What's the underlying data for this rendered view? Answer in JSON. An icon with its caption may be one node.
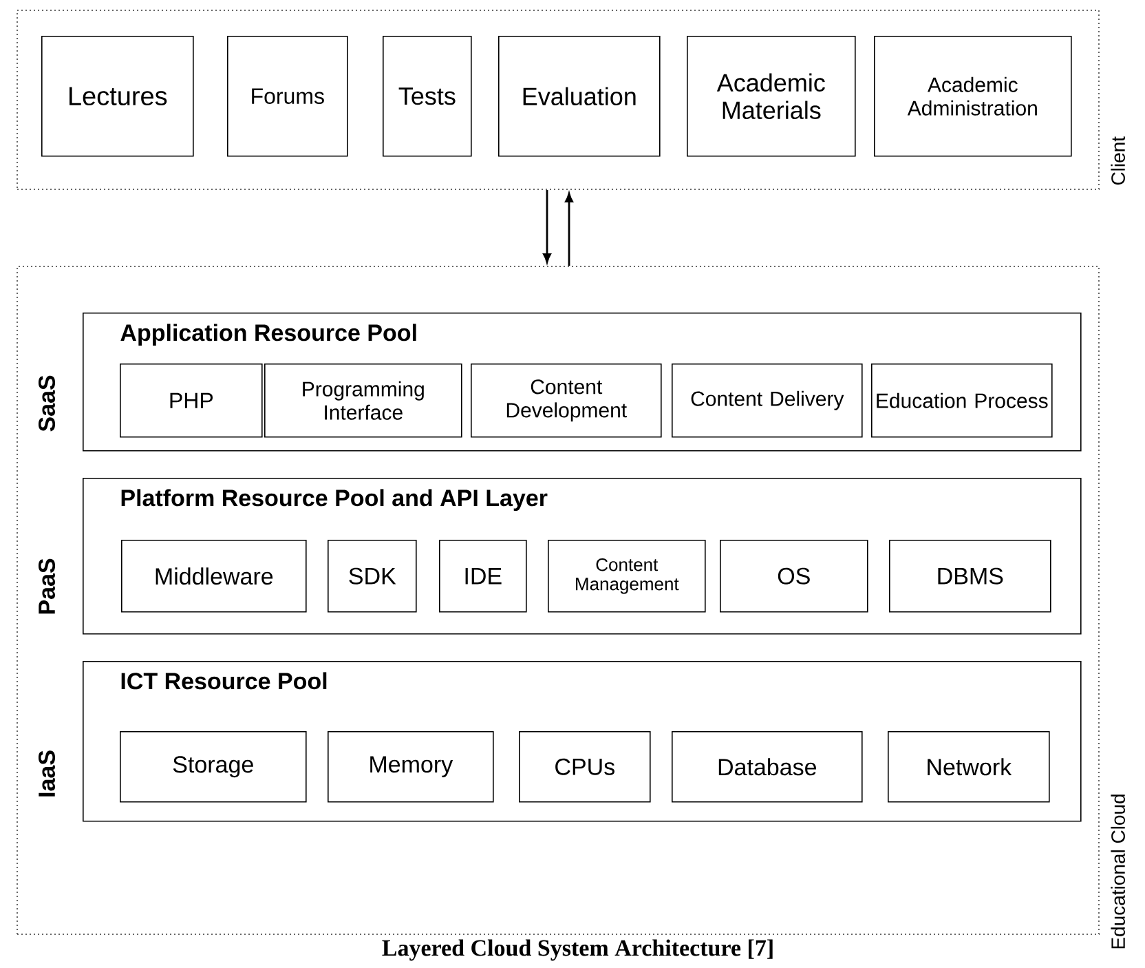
{
  "diagram": {
    "caption": "Layered Cloud System Architecture [7]",
    "nodes": [
      {
        "text": [
          "Client"
        ]
      },
      {
        "text": [
          "Lectures"
        ],
        "in": 0
      },
      {
        "text": [
          "Forums"
        ],
        "in": 0
      },
      {
        "text": [
          "Tests"
        ],
        "in": 0
      },
      {
        "text": [
          "Evaluation"
        ],
        "in": 0
      },
      {
        "text": [
          "Academic Materials"
        ],
        "in": 0
      },
      {
        "text": [
          "Academic Administration"
        ],
        "in": 0
      },
      {
        "text": [
          "Educational Cloud"
        ]
      },
      {
        "text": [
          "Application Resource Pool"
        ],
        "beside": [
          "SaaS"
        ],
        "in": 7
      },
      {
        "text": [
          "PHP"
        ],
        "in": 8
      },
      {
        "text": [
          "Programming Interface"
        ],
        "in": 8
      },
      {
        "text": [
          "Content Development"
        ],
        "in": 8
      },
      {
        "text": [
          "Content Delivery"
        ],
        "in": 8
      },
      {
        "text": [
          "Education Process"
        ],
        "in": 8
      },
      {
        "text": [
          "Platform Resource Pool and API Layer"
        ],
        "beside": [
          "PaaS"
        ],
        "in": 7
      },
      {
        "text": [
          "Middleware"
        ],
        "in": 14
      },
      {
        "text": [
          "SDK"
        ],
        "in": 14
      },
      {
        "text": [
          "IDE"
        ],
        "in": 14
      },
      {
        "text": [
          "Content Management"
        ],
        "in": 14
      },
      {
        "text": [
          "OS"
        ],
        "in": 14
      },
      {
        "text": [
          "DBMS"
        ],
        "in": 14
      },
      {
        "text": [
          "ICT Resource Pool"
        ],
        "beside": [
          "IaaS"
        ],
        "in": 7
      },
      {
        "text": [
          "Storage"
        ],
        "in": 21
      },
      {
        "text": [
          "Memory"
        ],
        "in": 21
      },
      {
        "text": [
          "CPUs"
        ],
        "in": 21
      },
      {
        "text": [
          "Database"
        ],
        "in": 21
      },
      {
        "text": [
          "Network"
        ],
        "in": 21
      }
    ],
    "edges": [
      {
        "from": 0,
        "to": 7,
        "arrow": "to"
      },
      {
        "from": 7,
        "to": 0,
        "arrow": "to"
      }
    ]
  }
}
